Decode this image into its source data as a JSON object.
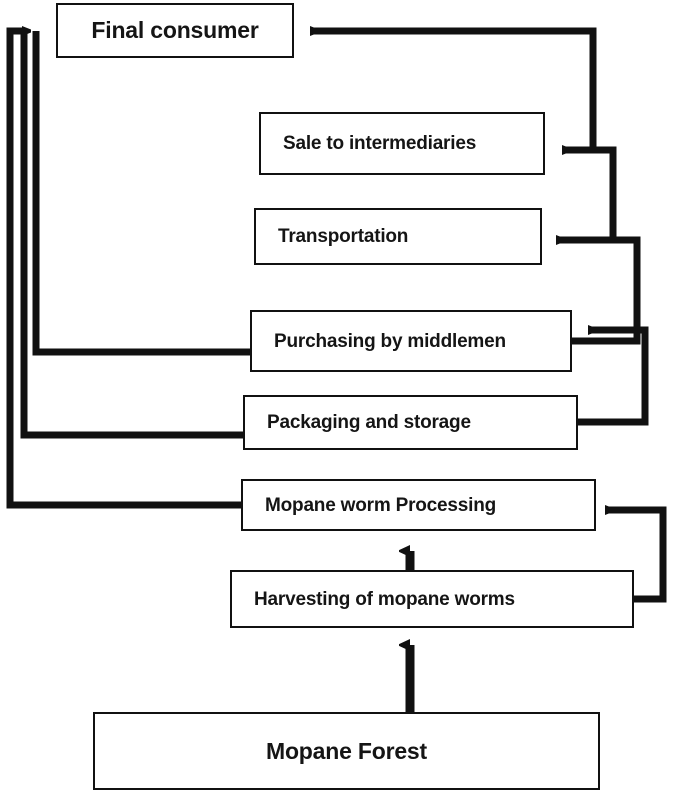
{
  "diagram": {
    "title": "Mopane worm value chain flow diagram",
    "type": "flowchart",
    "background_color": "#ffffff",
    "line_color": "#111111",
    "text_color": "#151515",
    "nodes": [
      {
        "id": "final-consumer",
        "label": "Final consumer",
        "align": "center"
      },
      {
        "id": "sale-to-intermediaries",
        "label": "Sale to intermediaries",
        "align": "left"
      },
      {
        "id": "transportation",
        "label": "Transportation",
        "align": "left"
      },
      {
        "id": "purchasing-by-middlemen",
        "label": "Purchasing by middlemen",
        "align": "left"
      },
      {
        "id": "packaging-and-storage",
        "label": "Packaging and storage",
        "align": "left"
      },
      {
        "id": "mopane-worm-processing",
        "label": "Mopane worm Processing",
        "align": "left"
      },
      {
        "id": "harvesting-of-mopane-worms",
        "label": "Harvesting of mopane worms",
        "align": "left"
      },
      {
        "id": "mopane-forest",
        "label": "Mopane Forest",
        "align": "center"
      }
    ],
    "edges": [
      {
        "from": "mopane-forest",
        "to": "harvesting-of-mopane-worms",
        "arrow": "up"
      },
      {
        "from": "harvesting-of-mopane-worms",
        "to": "mopane-worm-processing",
        "arrow": "up"
      },
      {
        "from": "harvesting-of-mopane-worms",
        "to": "mopane-worm-processing",
        "arrow": "left"
      },
      {
        "from": "mopane-worm-processing",
        "to": "final-consumer",
        "arrow": "right"
      },
      {
        "from": "packaging-and-storage",
        "to": "final-consumer",
        "arrow": "right"
      },
      {
        "from": "purchasing-by-middlemen",
        "to": "final-consumer",
        "arrow": "right"
      },
      {
        "from": "packaging-and-storage",
        "to": "purchasing-by-middlemen",
        "arrow": "left"
      },
      {
        "from": "purchasing-by-middlemen",
        "to": "transportation",
        "arrow": "left"
      },
      {
        "from": "transportation",
        "to": "sale-to-intermediaries",
        "arrow": "left"
      },
      {
        "from": "sale-to-intermediaries",
        "to": "final-consumer",
        "arrow": "left"
      }
    ]
  }
}
